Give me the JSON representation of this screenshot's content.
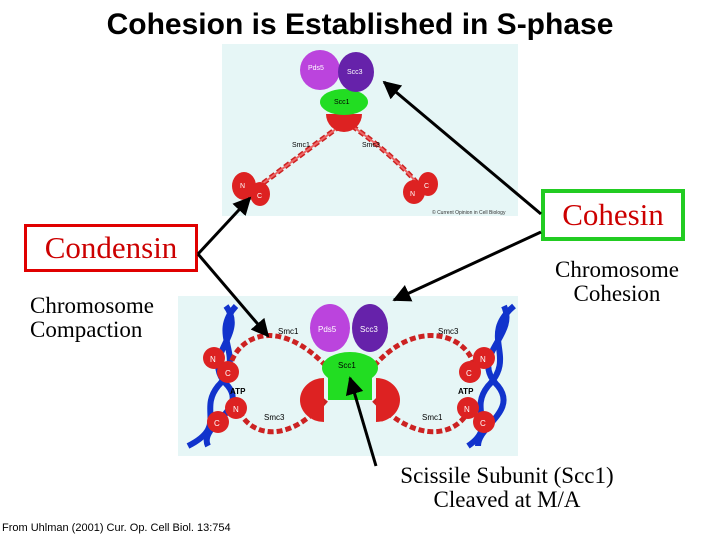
{
  "title": "Cohesion is Established in S-phase",
  "labels": {
    "condensin": "Condensin",
    "chromosome_compaction": [
      "Chromosome",
      "Compaction"
    ],
    "cohesin": "Cohesin",
    "chromosome_cohesion": [
      "Chromosome",
      "Cohesion"
    ],
    "scissile": [
      "Scissile Subunit (Scc1)",
      "Cleaved at M/A"
    ]
  },
  "citation": "From Uhlman (2001) Cur. Op. Cell Biol. 13:754",
  "top_diagram": {
    "pds5": "Pds5",
    "scc3": "Scc3",
    "scc1": "Scc1",
    "smc1": "Smc1",
    "smc3": "Smc3",
    "n": "N",
    "c": "C",
    "credit": "© Current Opinion in Cell Biology"
  },
  "bottom_diagram": {
    "pds5": "Pds5",
    "scc3": "Scc3",
    "scc1": "Scc1",
    "smc1": "Smc1",
    "smc3": "Smc3",
    "atp": "ATP",
    "n": "N",
    "c": "C"
  },
  "colors": {
    "condensin_border": "#e00000",
    "cohesin_border": "#22cc22",
    "label_red": "#cc0000",
    "pds5": "#bb44dd",
    "scc3": "#6622aa",
    "scc1": "#22dd22",
    "smc": "#dd2222",
    "dna": "#1133cc"
  }
}
